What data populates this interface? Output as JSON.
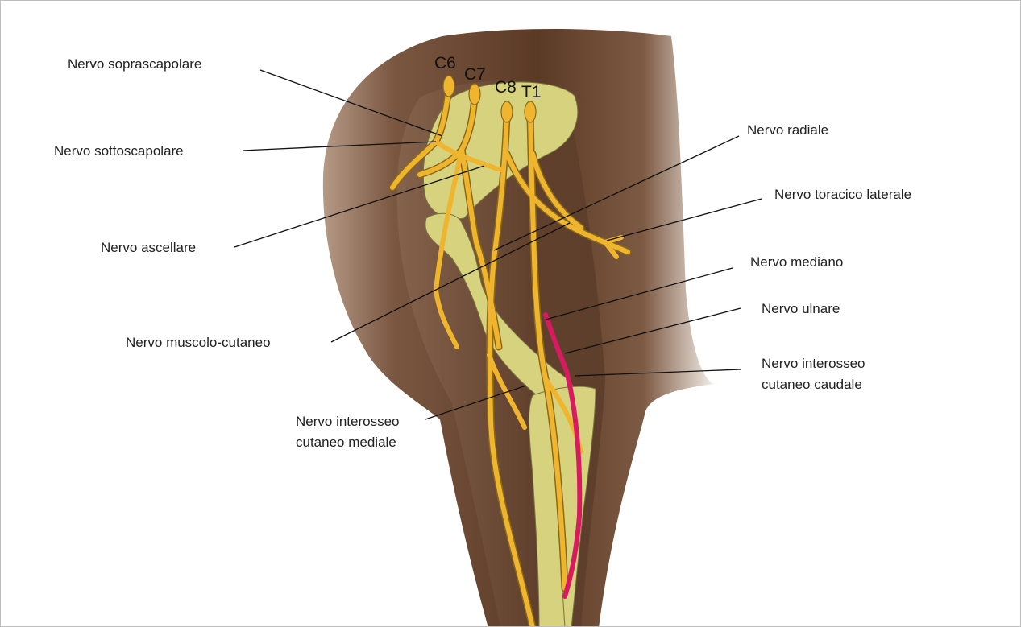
{
  "diagram": {
    "spinal_roots": [
      "C6",
      "C7",
      "C8",
      "T1"
    ],
    "labels": {
      "soprascapolare": "Nervo soprascapolare",
      "sottoscapolare": "Nervo sottoscapolare",
      "ascellare": "Nervo ascellare",
      "muscolo_cutaneo": "Nervo muscolo-cutaneo",
      "interosseo_mediale": [
        "Nervo interosseo",
        "cutaneo mediale"
      ],
      "radiale": "Nervo radiale",
      "toracico_laterale": "Nervo toracico laterale",
      "mediano": "Nervo mediano",
      "ulnare": "Nervo ulnare",
      "interosseo_caudale": [
        "Nervo interosseo",
        "cutaneo caudale"
      ]
    },
    "colors": {
      "limb_dark": "#5b3a25",
      "limb_mid": "#7d5a43",
      "limb_light": "#ffffff",
      "bone": "#d6d27e",
      "nerve": "#f0b52e",
      "nerve_outline": "#8a6a1a",
      "ulnar_highlight": "#d81b60"
    }
  }
}
